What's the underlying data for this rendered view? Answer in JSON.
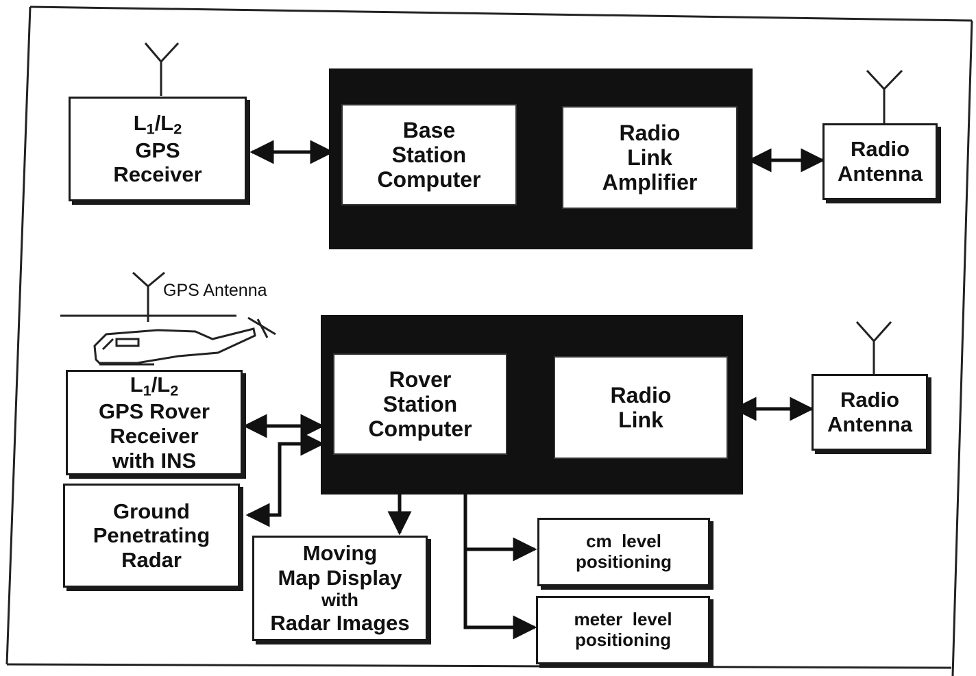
{
  "base": {
    "receiver": {
      "l": "L",
      "s1": "1",
      "slash": "/L",
      "s2": "2",
      "line2": "GPS",
      "line3": "Receiver"
    },
    "computer": {
      "line1": "Base",
      "line2": "Station",
      "line3": "Computer"
    },
    "radio": {
      "line1": "Radio",
      "line2": "Link",
      "line3": "Amplifier"
    },
    "antenna": {
      "line1": "Radio",
      "line2": "Antenna"
    }
  },
  "rover": {
    "gps_antenna_label": "GPS Antenna",
    "receiver": {
      "l": "L",
      "s1": "1",
      "slash": "/L",
      "s2": "2",
      "line2": "GPS Rover",
      "line3": "Receiver",
      "line4": "with INS"
    },
    "computer": {
      "line1": "Rover",
      "line2": "Station",
      "line3": "Computer"
    },
    "radio": {
      "line1": "Radio",
      "line2": "Link"
    },
    "antenna": {
      "line1": "Radio",
      "line2": "Antenna"
    },
    "radar": {
      "line1": "Ground",
      "line2": "Penetrating",
      "line3": "Radar"
    },
    "map": {
      "line1": "Moving",
      "line2": "Map Display",
      "line3": "with",
      "line4": "Radar Images"
    },
    "cm": {
      "line1": "cm  level",
      "line2": "positioning"
    },
    "meter": {
      "line1": "meter  level",
      "line2": "positioning"
    }
  }
}
